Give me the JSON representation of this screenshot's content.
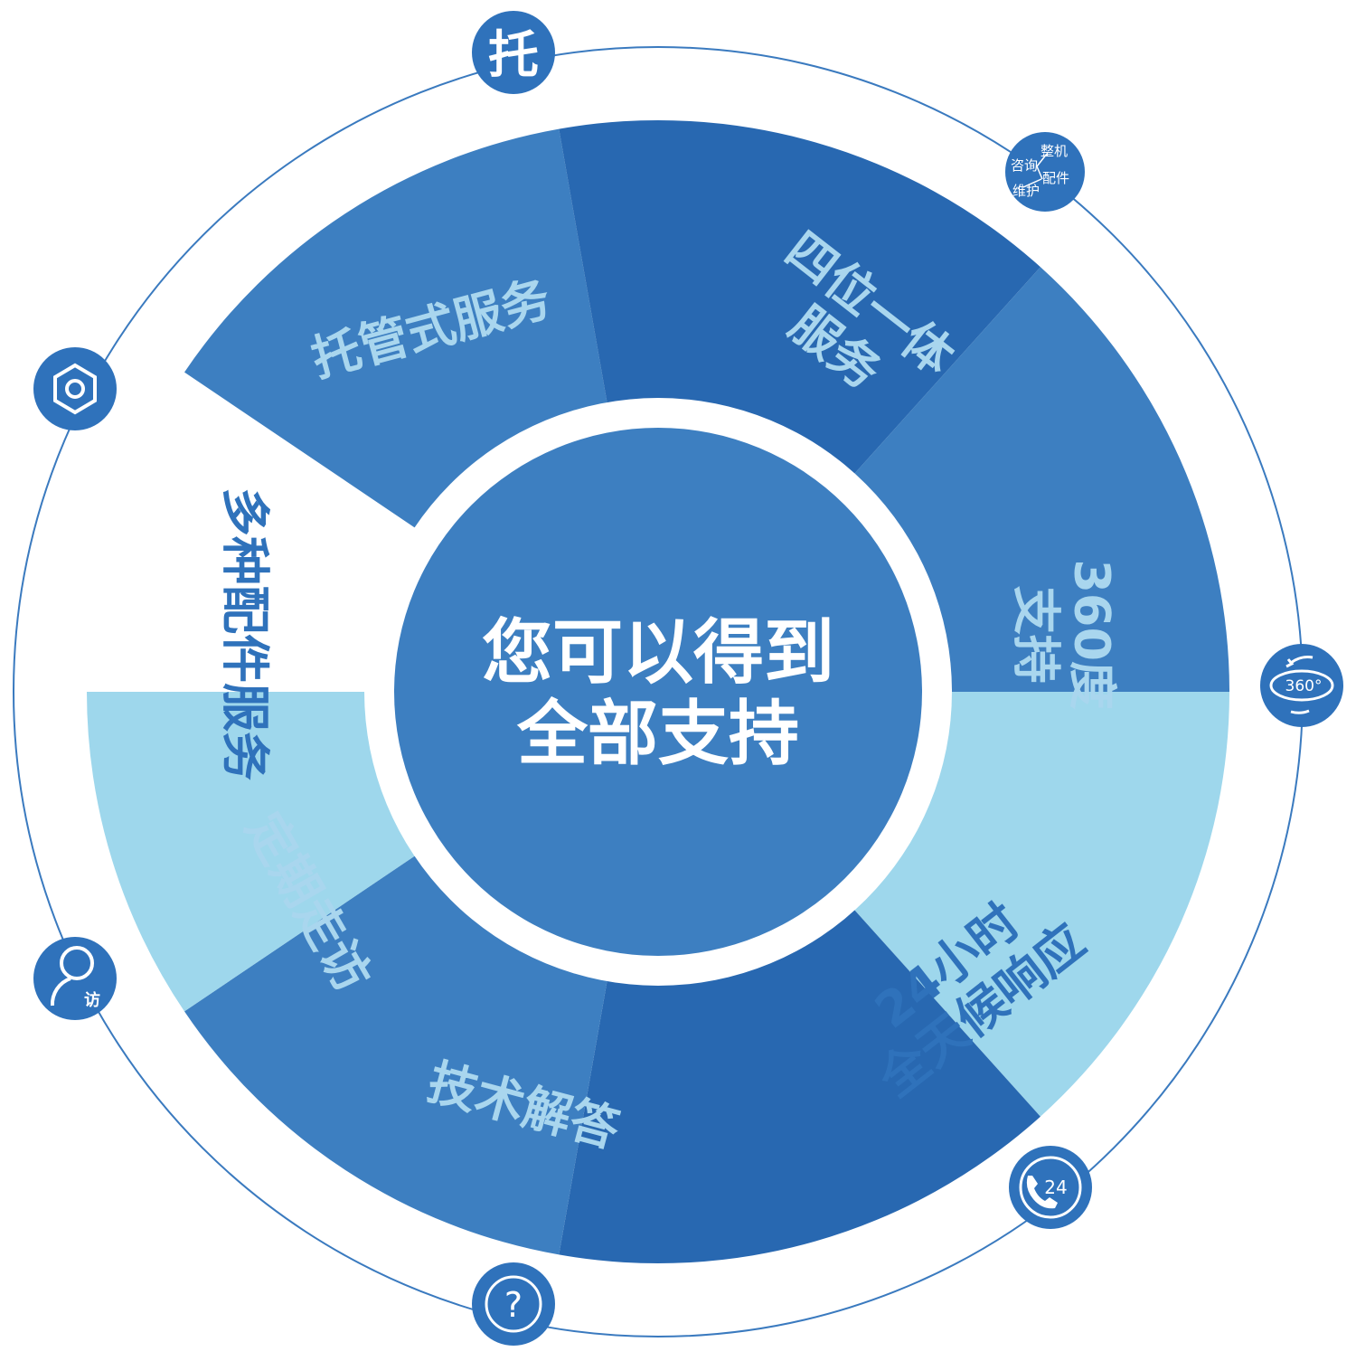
{
  "center": {
    "line1": "您可以得到",
    "line2": "全部支持"
  },
  "segments": [
    {
      "id": "tuoguan",
      "lines": [
        "托管式服务"
      ],
      "color": "#3d7fc1",
      "text_color": "#a9d6ee"
    },
    {
      "id": "siwei",
      "lines": [
        "四位一体",
        "服务"
      ],
      "color": "#2868b1",
      "text_color": "#a9d6ee"
    },
    {
      "id": "360",
      "lines": [
        "360度",
        "支持"
      ],
      "color": "#3d7fc1",
      "text_color": "#a9d6ee"
    },
    {
      "id": "24h",
      "lines": [
        "24小时",
        "全天候响应"
      ],
      "color": "#9ed7ec",
      "text_color": "#2f72bb"
    },
    {
      "id": "jishu",
      "lines": [
        "技术解答"
      ],
      "color": "#2868b1",
      "text_color": "#a9d6ee"
    },
    {
      "id": "dingqi",
      "lines": [
        "定期走访"
      ],
      "color": "#3d7fc1",
      "text_color": "#a9d6ee"
    },
    {
      "id": "peijian",
      "lines": [
        "多种配件服务"
      ],
      "color": "#9ed7ec",
      "text_color": "#2f72bb"
    }
  ],
  "icons": {
    "tuo": {
      "glyph": "托"
    },
    "sequence": {
      "words": [
        "整机",
        "咨询",
        "配件",
        "维护"
      ]
    },
    "rotate360": {
      "label": "360°"
    },
    "phone24": {
      "label": "24"
    },
    "question": {
      "label": "?"
    },
    "visit": {
      "label": "访"
    }
  },
  "colors": {
    "center_fill": "#3d7fc1",
    "outer_line": "#3a7abf",
    "icon_fill": "#2f72bb",
    "icon_glyph": "#ffffff"
  }
}
